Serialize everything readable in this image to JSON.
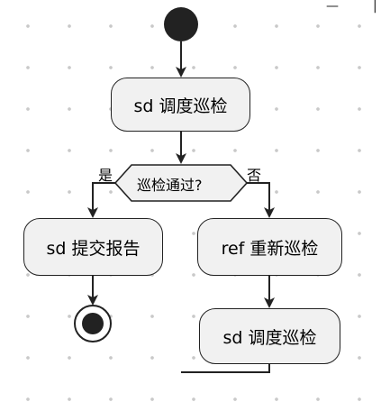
{
  "diagram": {
    "activities": {
      "dispatch_top": "sd 调度巡检",
      "submit_report": "sd 提交报告",
      "re_inspect": "ref 重新巡检",
      "dispatch_bottom": "sd 调度巡检"
    },
    "decision": {
      "question": "巡检通过?",
      "yes_label": "是",
      "no_label": "否"
    }
  },
  "window": {
    "minimize_glyph": "—",
    "edge_glyph": "|"
  }
}
